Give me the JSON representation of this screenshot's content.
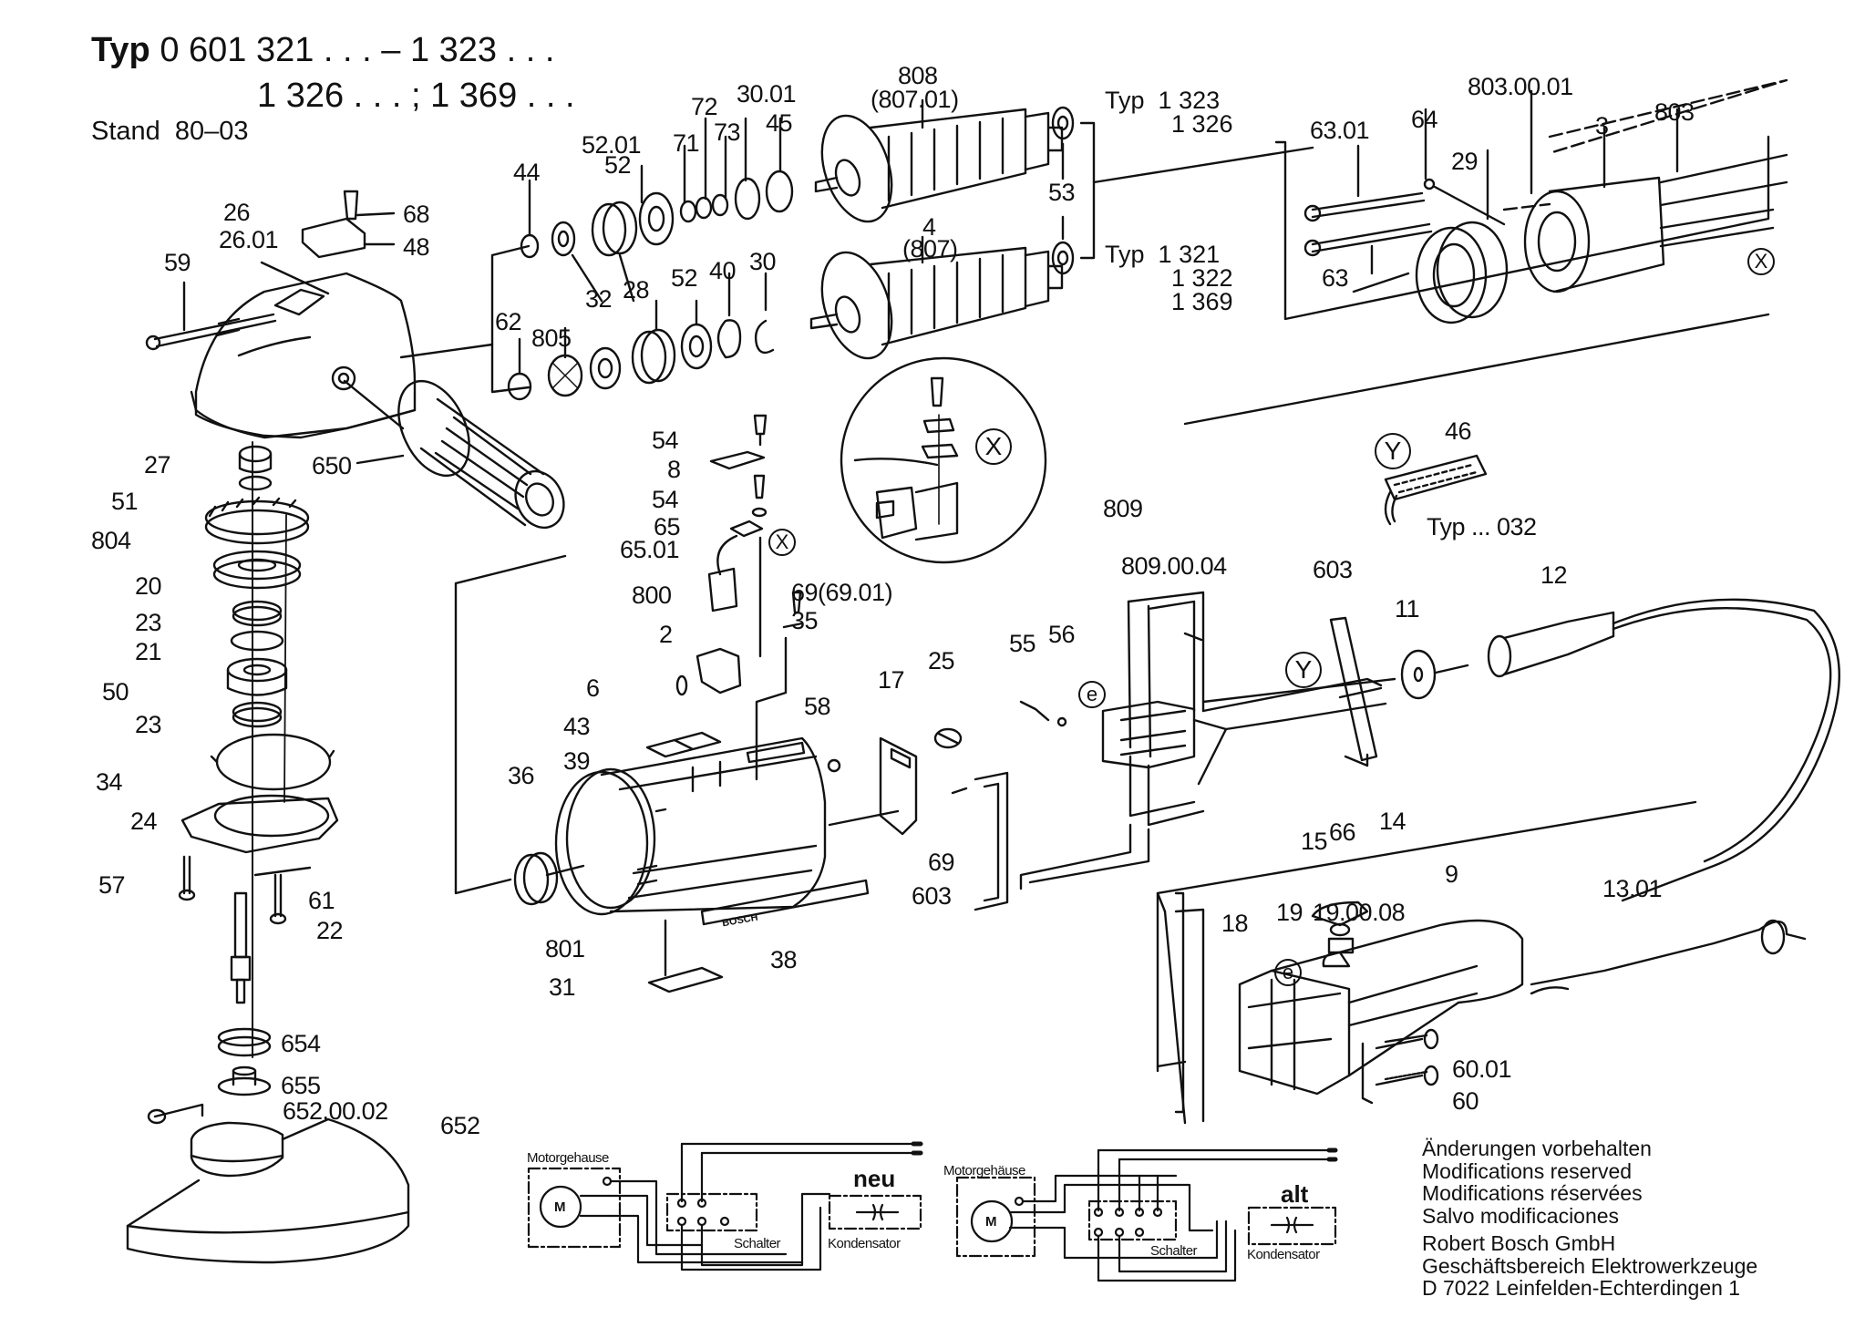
{
  "header": {
    "typ_word": "Typ",
    "line1_rest": "0 601 321 . . . – 1 323 . . .",
    "line2": "1 326 . . . ;  1 369 . . .",
    "stand_label": "Stand",
    "stand_value": "80–03"
  },
  "armature_variants": {
    "upper": {
      "label": "Typ",
      "types": [
        "1 323",
        "1 326"
      ]
    },
    "lower": {
      "label": "Typ",
      "types": [
        "1 321",
        "1 322",
        "1 369"
      ]
    }
  },
  "cable_variant": {
    "marker": "Y",
    "part": "46",
    "label": "Typ ... 032"
  },
  "detail_markers": {
    "x": "X",
    "y": "Y",
    "e": "e"
  },
  "part_numbers": {
    "p808": "808",
    "p807_01": "(807.01)",
    "p4": "4",
    "p807": "(807)",
    "p44": "44",
    "p52_01": "52.01",
    "p52a": "52",
    "p71": "71",
    "p72": "72",
    "p73": "73",
    "p30_01": "30.01",
    "p45": "45",
    "p53": "53",
    "p62": "62",
    "p805": "805",
    "p32": "32",
    "p28": "28",
    "p52b": "52",
    "p40": "40",
    "p30": "30",
    "p63_01": "63.01",
    "p64": "64",
    "p803_00_01": "803.00.01",
    "p3": "3",
    "p803": "803",
    "p29": "29",
    "p63": "63",
    "p26": "26",
    "p26_01": "26.01",
    "p68": "68",
    "p48": "48",
    "p59": "59",
    "p650": "650",
    "p27": "27",
    "p51": "51",
    "p804": "804",
    "p20": "20",
    "p23a": "23",
    "p21": "21",
    "p50": "50",
    "p23b": "23",
    "p34": "34",
    "p24": "24",
    "p57": "57",
    "p61": "61",
    "p22": "22",
    "p654": "654",
    "p655": "655",
    "p652_00_02": "652.00.02",
    "p652": "652",
    "p54a": "54",
    "p8": "8",
    "p54b": "54",
    "p65": "65",
    "p65_01": "65.01",
    "p800": "800",
    "p69_69_01": "69(69.01)",
    "p35": "35",
    "p2": "2",
    "p6": "6",
    "p43": "43",
    "p39": "39",
    "p58": "58",
    "p36": "36",
    "p17": "17",
    "p25": "25",
    "p69": "69",
    "p603a": "603",
    "p801": "801",
    "p38": "38",
    "p31": "31",
    "p809": "809",
    "p809_00_04": "809.00.04",
    "p55": "55",
    "p56": "56",
    "p603b": "603",
    "p11": "11",
    "p12": "12",
    "p14": "14",
    "p15": "15",
    "p66": "66",
    "p9": "9",
    "p13_01": "13.01",
    "p18": "18",
    "p19": "19",
    "p19_00_08": "19.00.08",
    "p60_01": "60.01",
    "p60": "60"
  },
  "wiring": {
    "new": {
      "housing": "Motorgehause",
      "motor": "M",
      "switch": "Schalter",
      "capacitor": "Kondensator",
      "tag": "neu"
    },
    "old": {
      "housing": "Motorgehäuse",
      "motor": "M",
      "switch": "Schalter",
      "capacitor": "Kondensator",
      "tag": "alt"
    }
  },
  "nameplate_text": "BOSCH",
  "footer": {
    "notice": [
      "Änderungen vorbehalten",
      "Modifications reserved",
      "Modifications réservées",
      "Salvo modificaciones"
    ],
    "company": [
      "Robert Bosch GmbH",
      "Geschäftsbereich Elektrowerkzeuge",
      "D 7022 Leinfelden-Echterdingen 1"
    ]
  }
}
